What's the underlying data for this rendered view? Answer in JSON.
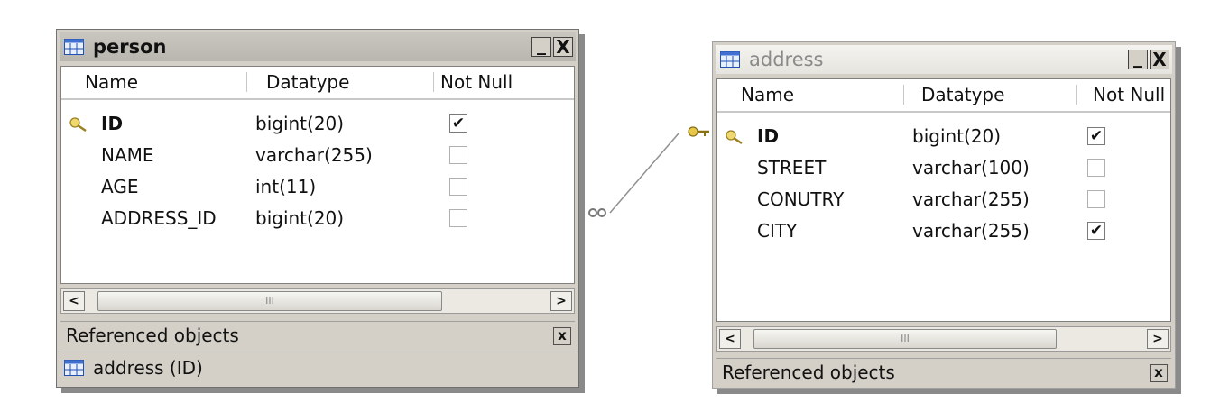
{
  "columns": {
    "name": "Name",
    "datatype": "Datatype",
    "not_null": "Not Null"
  },
  "person": {
    "title": "person",
    "minimize_label": "_",
    "close_label": "X",
    "rows": [
      {
        "name": "ID",
        "datatype": "bigint(20)",
        "not_null": true,
        "primary_key": true
      },
      {
        "name": "NAME",
        "datatype": "varchar(255)",
        "not_null": false,
        "primary_key": false
      },
      {
        "name": "AGE",
        "datatype": "int(11)",
        "not_null": false,
        "primary_key": false
      },
      {
        "name": "ADDRESS_ID",
        "datatype": "bigint(20)",
        "not_null": false,
        "primary_key": false
      }
    ],
    "referenced_label": "Referenced objects",
    "referenced_items": [
      "address (ID)"
    ]
  },
  "address": {
    "title": "address",
    "minimize_label": "_",
    "close_label": "X",
    "rows": [
      {
        "name": "ID",
        "datatype": "bigint(20)",
        "not_null": true,
        "primary_key": true
      },
      {
        "name": "STREET",
        "datatype": "varchar(100)",
        "not_null": false,
        "primary_key": false
      },
      {
        "name": "CONUTRY",
        "datatype": "varchar(255)",
        "not_null": false,
        "primary_key": false
      },
      {
        "name": "CITY",
        "datatype": "varchar(255)",
        "not_null": true,
        "primary_key": false
      }
    ],
    "referenced_label": "Referenced objects"
  },
  "scroll": {
    "left": "<",
    "right": ">",
    "grip": "III"
  },
  "ref_close_label": "x",
  "check_mark": "✔"
}
